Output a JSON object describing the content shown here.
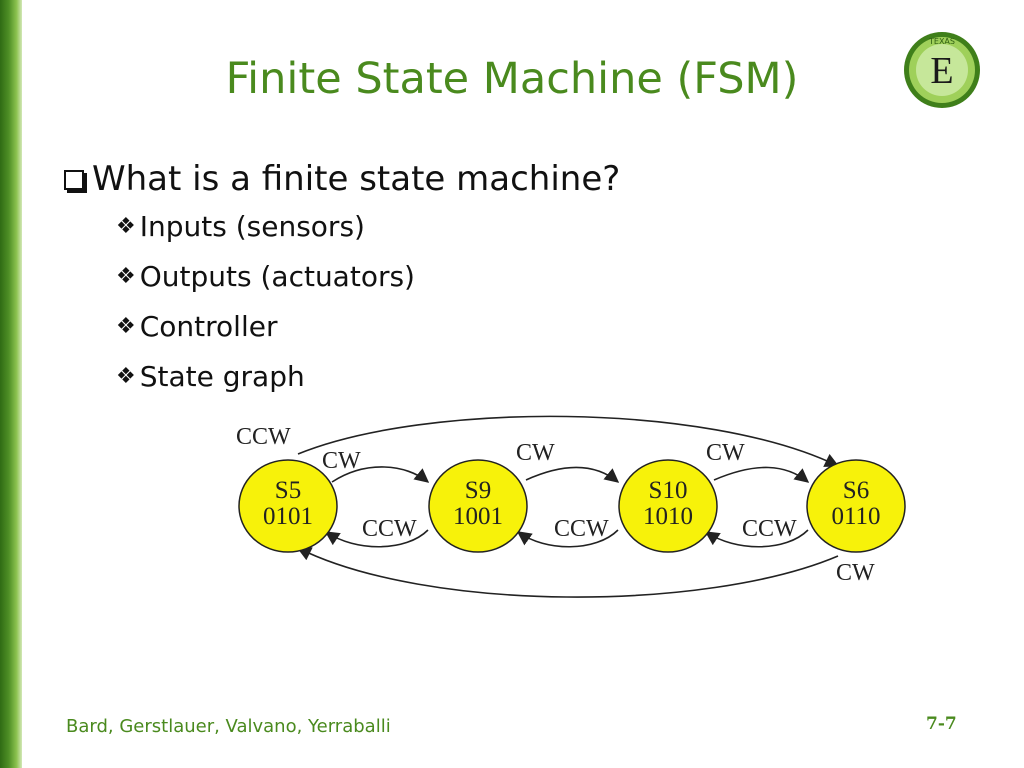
{
  "title": "Finite State Machine (FSM)",
  "logo": {
    "letter": "E",
    "arc_text": "TEXAS"
  },
  "bullets": {
    "main": "What is a finite state machine?",
    "items": [
      "Inputs (sensors)",
      "Outputs (actuators)",
      "Controller",
      "State graph"
    ]
  },
  "diagram": {
    "states": [
      {
        "name": "S5",
        "code": "0101"
      },
      {
        "name": "S9",
        "code": "1001"
      },
      {
        "name": "S10",
        "code": "1010"
      },
      {
        "name": "S6",
        "code": "0110"
      }
    ],
    "transitions": [
      {
        "from": "S5",
        "to": "S9",
        "label": "CW"
      },
      {
        "from": "S9",
        "to": "S5",
        "label": "CCW"
      },
      {
        "from": "S9",
        "to": "S10",
        "label": "CW"
      },
      {
        "from": "S10",
        "to": "S9",
        "label": "CCW"
      },
      {
        "from": "S10",
        "to": "S6",
        "label": "CW"
      },
      {
        "from": "S6",
        "to": "S10",
        "label": "CCW"
      },
      {
        "from": "S5",
        "to": "S6",
        "label": "CCW"
      },
      {
        "from": "S6",
        "to": "S5",
        "label": "CW"
      }
    ],
    "colors": {
      "node_fill": "#f7f20a",
      "stroke": "#222222"
    }
  },
  "footer": {
    "authors": "Bard, Gerstlauer, Valvano, Yerraballi",
    "page": "7-7"
  },
  "colors": {
    "accent": "#4a8a1e"
  }
}
